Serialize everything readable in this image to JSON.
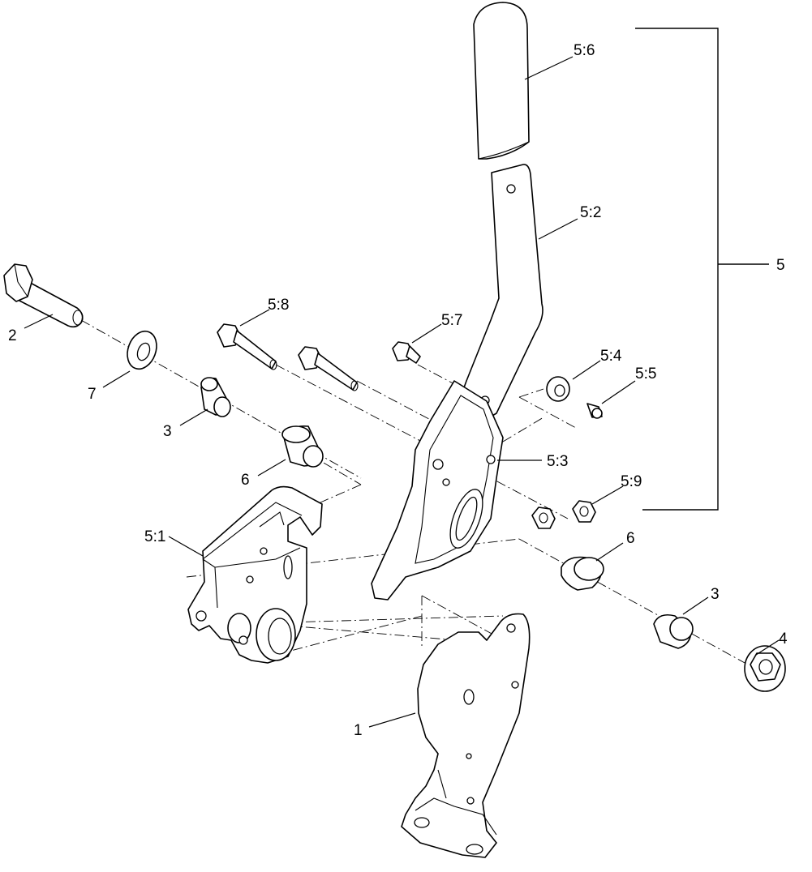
{
  "callouts": {
    "c_5_6": "5:6",
    "c_5_2": "5:2",
    "c_5": "5",
    "c_2": "2",
    "c_5_8": "5:8",
    "c_5_7": "5:7",
    "c_7": "7",
    "c_5_4": "5:4",
    "c_5_5": "5:5",
    "c_3_left": "3",
    "c_6_left": "6",
    "c_5_3": "5:3",
    "c_5_9": "5:9",
    "c_5_1": "5:1",
    "c_6_right": "6",
    "c_3_right": "3",
    "c_4": "4",
    "c_1": "1"
  }
}
